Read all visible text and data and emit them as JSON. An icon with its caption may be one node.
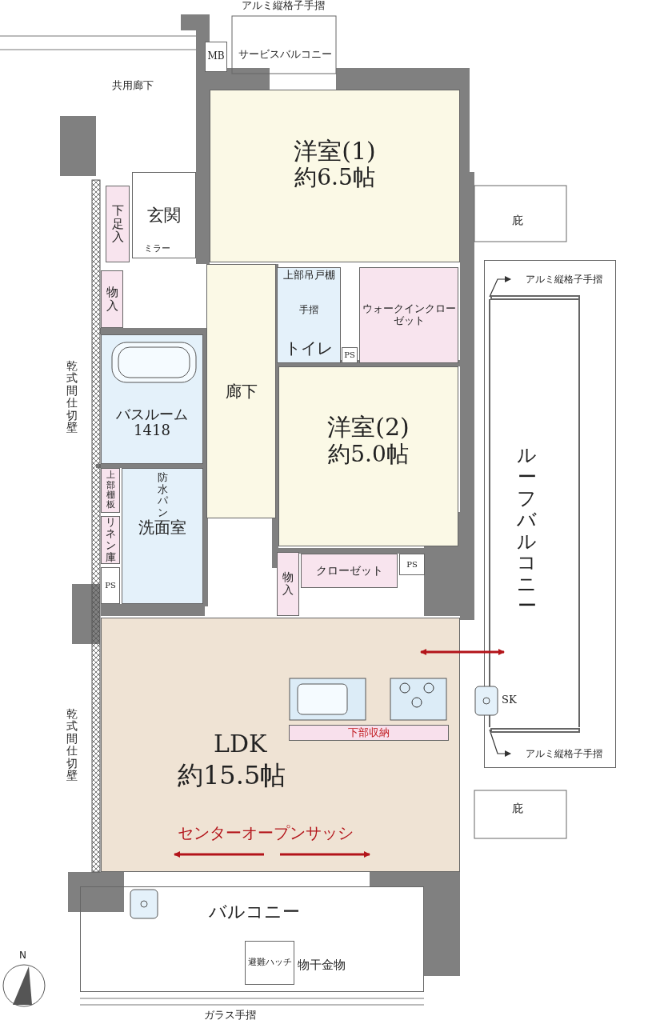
{
  "diagram": {
    "nodes": [
      {
        "text": [
          "サービスバルコニー"
        ]
      },
      {
        "text": [
          "MB"
        ]
      },
      {
        "text": [
          "洋室(1)",
          "約6.5帖"
        ]
      },
      {
        "text": [
          "玄関"
        ]
      },
      {
        "text": [
          "下足入"
        ]
      },
      {
        "text": [
          "物入"
        ]
      },
      {
        "text": [
          "上部吊戸棚",
          "手摺",
          "トイレ"
        ]
      },
      {
        "text": [
          "ウォークインクローゼット"
        ]
      },
      {
        "text": [
          "PS"
        ]
      },
      {
        "text": [
          "廊下"
        ]
      },
      {
        "text": [
          "バスルーム",
          "1418"
        ]
      },
      {
        "text": [
          "洋室(2)",
          "約5.0帖"
        ]
      },
      {
        "text": [
          "上部棚板"
        ]
      },
      {
        "text": [
          "防水パン",
          "洗面室"
        ]
      },
      {
        "text": [
          "リネン庫"
        ]
      },
      {
        "text": [
          "PS"
        ]
      },
      {
        "text": [
          "物入"
        ]
      },
      {
        "text": [
          "クローゼット"
        ]
      },
      {
        "text": [
          "PS"
        ]
      },
      {
        "text": [
          "LDK",
          "約15.5帖"
        ]
      },
      {
        "text": [
          "下部収納"
        ],
        "in": 19
      },
      {
        "text": [
          "ルーフバルコニー"
        ]
      },
      {
        "text": [
          "アルミ縦格子手摺"
        ],
        "in": 21
      },
      {
        "text": [
          "アルミ縦格子手摺"
        ],
        "in": 21
      },
      {
        "text": [
          "バルコニー"
        ]
      },
      {
        "text": [
          "避難ハッチ"
        ],
        "in": 24
      },
      {
        "text": [],
        "shape": "bar",
        "in": 21
      },
      {
        "text": [],
        "shape": "bar",
        "in": 21
      }
    ],
    "edges": [
      {
        "from": 26,
        "to": 22,
        "arrow": "to"
      },
      {
        "from": 27,
        "to": 23,
        "arrow": "to"
      }
    ],
    "labels": [
      "アルミ縦格子手摺",
      "共用廊下",
      "ミラー",
      "庇",
      "乾式間仕切壁",
      "乾式間仕切壁",
      "センターオープンサッシ",
      "SK",
      "庇",
      "物干金物",
      "N",
      "ガラス手摺"
    ]
  }
}
